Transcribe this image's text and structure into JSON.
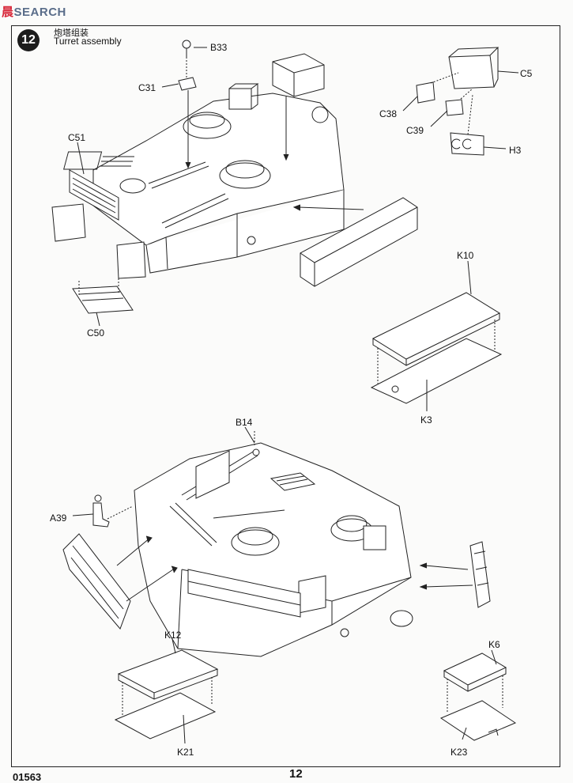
{
  "watermark": {
    "cn": "晨",
    "en": "SEARCH"
  },
  "step": {
    "number": "12",
    "title_cn": "炮塔组装",
    "title_en": "Turret assembly"
  },
  "labels": {
    "B33": "B33",
    "C31": "C31",
    "C51": "C51",
    "C50": "C50",
    "C5": "C5",
    "C38": "C38",
    "C39": "C39",
    "H3": "H3",
    "K10": "K10",
    "K3": "K3",
    "B14": "B14",
    "A39": "A39",
    "K12": "K12",
    "K21": "K21",
    "K6": "K6",
    "K23": "K23"
  },
  "footer": {
    "code": "01563",
    "page": "12"
  }
}
